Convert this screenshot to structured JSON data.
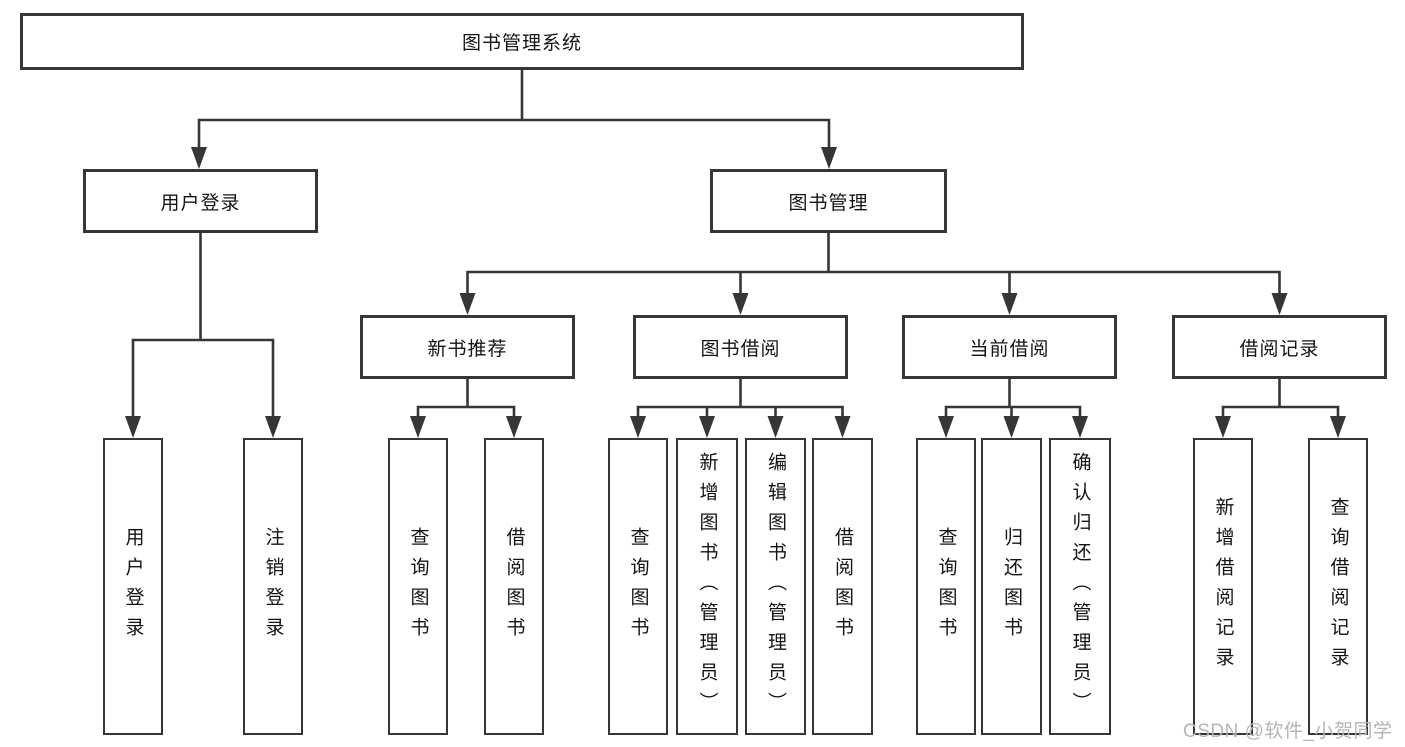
{
  "diagram": {
    "root": {
      "label": "图书管理系统"
    },
    "level2": [
      {
        "label": "用户登录"
      },
      {
        "label": "图书管理"
      }
    ],
    "level3": [
      {
        "label": "新书推荐"
      },
      {
        "label": "图书借阅"
      },
      {
        "label": "当前借阅"
      },
      {
        "label": "借阅记录"
      }
    ],
    "leaves": [
      {
        "label": "用户登录",
        "parent": "用户登录"
      },
      {
        "label": "注销登录",
        "parent": "用户登录"
      },
      {
        "label": "查询图书",
        "parent": "新书推荐"
      },
      {
        "label": "借阅图书",
        "parent": "新书推荐"
      },
      {
        "label": "查询图书",
        "parent": "图书借阅"
      },
      {
        "label": "新增图书（管理员）",
        "parent": "图书借阅"
      },
      {
        "label": "编辑图书（管理员）",
        "parent": "图书借阅"
      },
      {
        "label": "借阅图书",
        "parent": "图书借阅"
      },
      {
        "label": "查询图书",
        "parent": "当前借阅"
      },
      {
        "label": "归还图书",
        "parent": "当前借阅"
      },
      {
        "label": "确认归还（管理员）",
        "parent": "当前借阅"
      },
      {
        "label": "新增借阅记录",
        "parent": "借阅记录"
      },
      {
        "label": "查询借阅记录",
        "parent": "借阅记录"
      }
    ],
    "watermark": "CSDN @软件_小贺同学"
  },
  "colors": {
    "line": "#363636",
    "box_border": "#363636",
    "box_fill": "#ffffff",
    "text": "#141414",
    "watermark": "#b3b6ba"
  }
}
